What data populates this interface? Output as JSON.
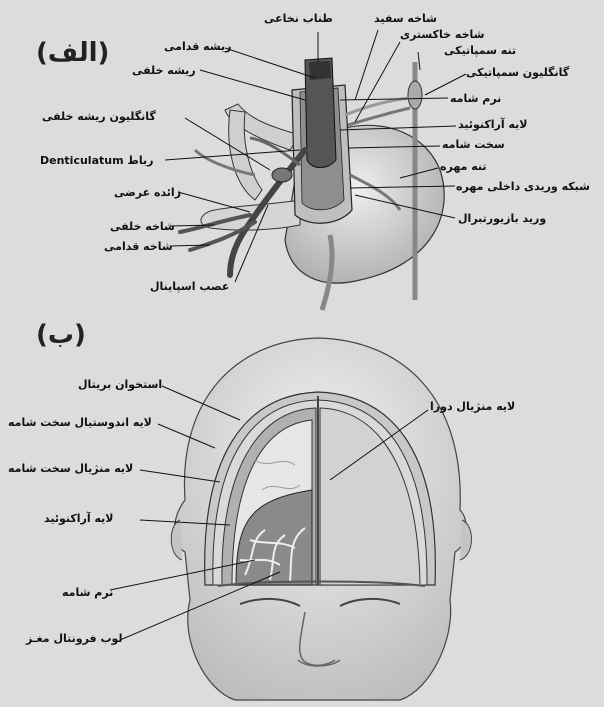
{
  "panel_a": {
    "title": "(الف)",
    "labels": {
      "spinal_cord": "طناب نخاعی",
      "white_ramus": "شاخه سفید",
      "gray_ramus": "شاخه خاکستری",
      "sympathetic_trunk": "تنه سمپاتیکی",
      "sympathetic_ganglion": "گانگلیون سمپاتیکی",
      "pia_mater": "نرم شامه",
      "arachnoid": "لایه آراکنوئید",
      "dura_mater": "سخت شامه",
      "vertebral_body": "تنه مهره",
      "internal_venous_plexus": "شبکه وریدی داخلی مهره",
      "basivertebral_vein": "ورید بازیورتبرال",
      "ventral_root": "ریشه قدامی",
      "dorsal_root": "ریشه خلفی",
      "dorsal_root_ganglion": "گانگلیون ریشه خلفی",
      "denticulate_ligament": "رباط Denticulatum",
      "transverse_process": "زائده عرضی",
      "dorsal_ramus": "شاخه خلفی",
      "ventral_ramus": "شاخه قدامی",
      "spinal_nerve": "عصب اسپاینال"
    }
  },
  "panel_b": {
    "title": "(ب)",
    "labels": {
      "parietal_bone": "استخوان بریتال",
      "endosteal_dura": "لایه اندوستیال سخت شامه",
      "meningeal_dura": "لایه منژیال سخت شامه",
      "arachnoid": "لایه آراکنوئید",
      "pia_mater": "نرم شامه",
      "frontal_lobe": "لوب فرونتال مغـز",
      "meningeal_dura_right": "لایه منژیال دورا"
    }
  },
  "colors": {
    "background": "#dcdcdc",
    "ink": "#111111",
    "bone": "#c9c9c9",
    "tissue_light": "#e8e8e8",
    "tissue_dark": "#7a7a7a"
  }
}
